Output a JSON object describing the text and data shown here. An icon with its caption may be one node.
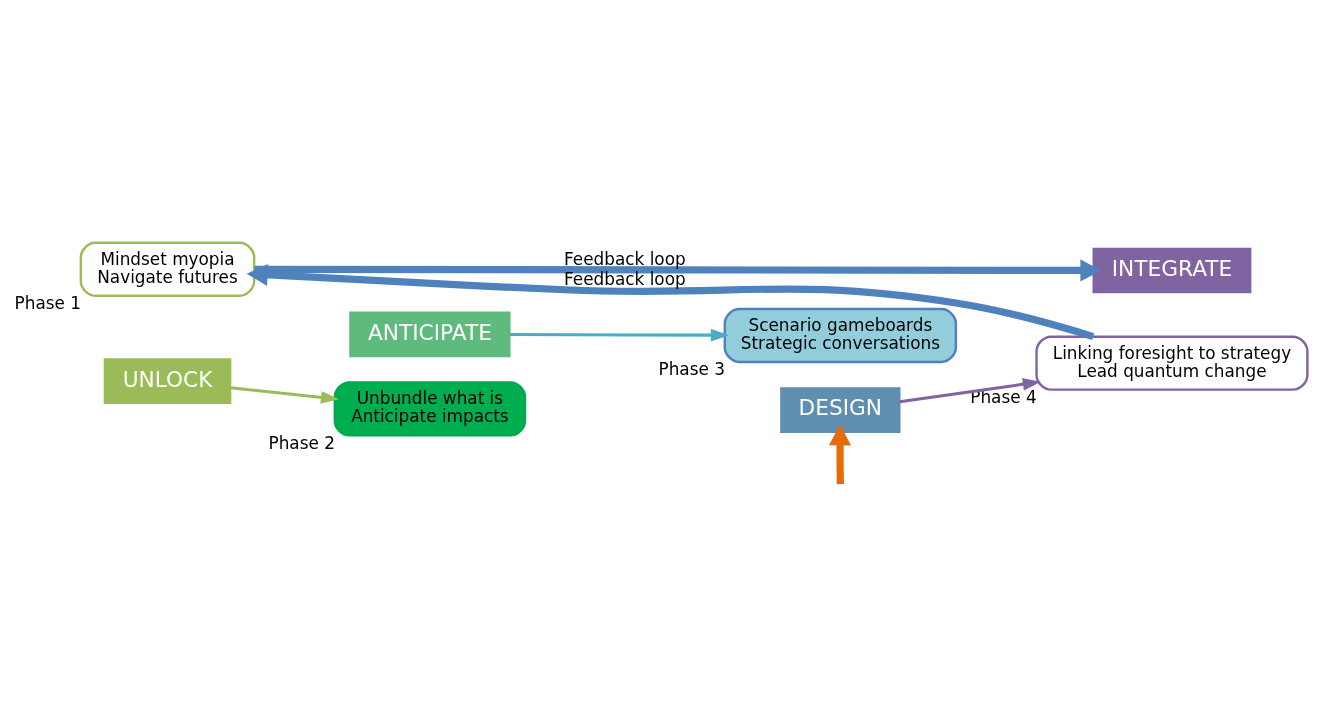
{
  "diagram": {
    "nodes": [
      {
        "text": [
          "Mindset myopia",
          "Navigate futures"
        ],
        "beside": [
          "Phase 1"
        ]
      },
      {
        "text": [
          "UNLOCK"
        ]
      },
      {
        "text": [
          "ANTICIPATE"
        ]
      },
      {
        "text": [
          "Unbundle what is",
          "Anticipate impacts"
        ],
        "beside": [
          "Phase 2"
        ]
      },
      {
        "text": [
          "Scenario gameboards",
          "Strategic conversations"
        ],
        "beside": [
          "Phase 3"
        ]
      },
      {
        "text": [
          "DESIGN"
        ]
      },
      {
        "text": [
          "INTEGRATE"
        ]
      },
      {
        "text": [
          "Linking foresight to strategy",
          "Lead quantum change"
        ],
        "beside": [
          "Phase 4"
        ]
      }
    ],
    "edges": [
      {
        "from": 1,
        "to": 3,
        "arrow": "to",
        "color": "#9bbb59"
      },
      {
        "from": 2,
        "to": 4,
        "arrow": "to",
        "color": "#4bacc6"
      },
      {
        "from": 5,
        "to": 7,
        "arrow": "to",
        "color": "#8064a2"
      },
      {
        "from": 0,
        "to": 6,
        "arrow": "to",
        "label": "Feedback loop",
        "style": "thick",
        "color": "#4f81bd"
      },
      {
        "from": 7,
        "to": 0,
        "arrow": "to",
        "label": "Feedback loop",
        "style": "thick",
        "color": "#4f81bd"
      },
      {
        "from": null,
        "to": 5,
        "arrow": "to",
        "style": "thick",
        "color": "#e46c0a"
      }
    ]
  }
}
